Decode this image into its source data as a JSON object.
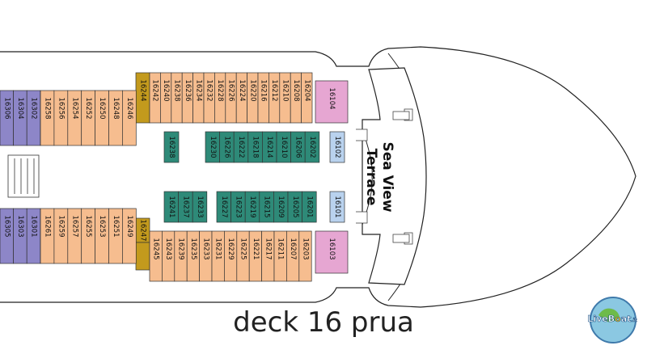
{
  "caption": "deck 16 prua",
  "area_label": "Sea View Terrace",
  "watermark_text": "LiveBoat.it",
  "colors": {
    "cabin_outer": "#f6bd8f",
    "cabin_inner": "#2e8a78",
    "suite_purple": "#8d86c8",
    "suite_gold": "#c39a1d",
    "suite_pink": "#e6a6d2",
    "suite_blue": "#b9d2ee",
    "hull_outline": "#222222"
  },
  "cabins": {
    "top_outer_fore": [
      "16242",
      "16240",
      "16238",
      "16236",
      "16234",
      "16232",
      "16228",
      "16226",
      "16224",
      "16220",
      "16216",
      "16212",
      "16210",
      "16208",
      "16204"
    ],
    "top_outer_aft": [
      "16258",
      "16256",
      "16254",
      "16252",
      "16250",
      "16248",
      "16246"
    ],
    "top_purple": [
      "16306",
      "16304",
      "16302"
    ],
    "top_gold": "16244",
    "top_pink": "16104",
    "bottom_outer_fore": [
      "16245",
      "16243",
      "16239",
      "16235",
      "16233",
      "16231",
      "16229",
      "16225",
      "16221",
      "16217",
      "16211",
      "16207",
      "16203"
    ],
    "bottom_outer_aft": [
      "16261",
      "16259",
      "16257",
      "16255",
      "16253",
      "16251",
      "16249"
    ],
    "bottom_purple": [
      "16305",
      "16303",
      "16301"
    ],
    "bottom_gold": "16247",
    "bottom_pink": "16103",
    "inner_top_single": "16238",
    "inner_top": [
      "16230",
      "16226",
      "16222",
      "16218",
      "16214",
      "16210",
      "16206",
      "16202"
    ],
    "inner_top_blue": "16102",
    "inner_bottom_left": [
      "16241",
      "16237",
      "16233"
    ],
    "inner_bottom": [
      "16227",
      "16223",
      "16219",
      "16215",
      "16209",
      "16205",
      "16201"
    ],
    "inner_bottom_blue": "16101"
  }
}
